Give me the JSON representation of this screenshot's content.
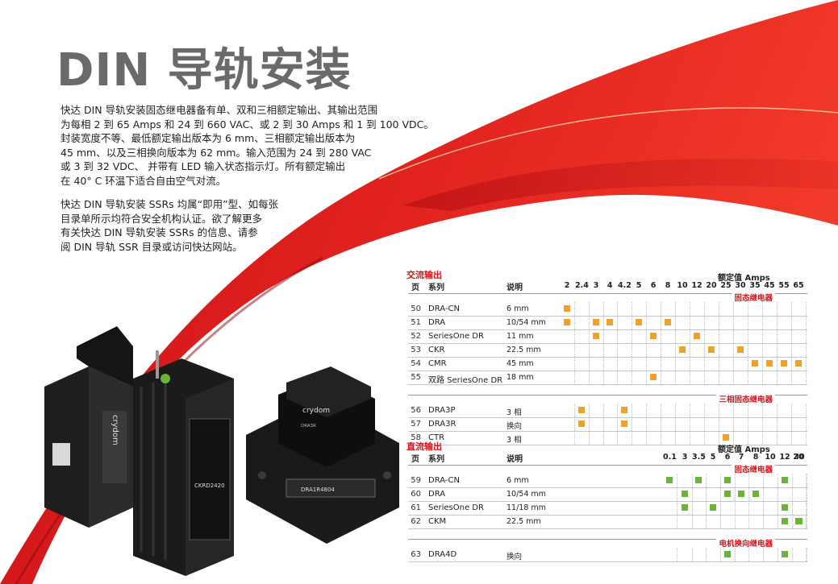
{
  "title": "DIN 导轨安装",
  "intro": {
    "p1": [
      "快达  DIN  导轨安装固态继电器备有单、双和三相额定输出、其输出范围",
      "为每相 2 到 65 Amps 和 24 到 660 VAC、或 2 到 30 Amps 和 1 到 100 VDC。",
      "封装宽度不等、最低额定输出版本为     6  mm、三相额定输出版本为",
      "45 mm、以及三相换向版本为 62 mm。输入范围为 24 到 280 VAC",
      "或 3 到 32 VDC、 并带有 LED 输入状态指示灯。所有额定输出",
      "在 40° C 环温下适合自由空气对流。"
    ],
    "p2": [
      "快达 DIN 导轨安装 SSRs 均属“即用”型、如每张",
      "目录单所示均符合安全机构认证。欲了解更多",
      "有关快达 DIN 导轨安装 SSRs 的信息、请参",
      "阅 DIN 导轨 SSR 目录或访问快达网站。"
    ]
  },
  "product_labels": {
    "brand": "crydom",
    "model1": "CKRD2420",
    "model2": "DRA3R",
    "model3": "DRA1R4804"
  },
  "colors": {
    "red": "#d6141b",
    "orange": "#f0a12a",
    "green": "#6bb43a"
  },
  "ac": {
    "section_title": "交流输出",
    "rating_label": "额定值 Amps",
    "col_page": "页",
    "col_series": "系列",
    "col_desc": "说明",
    "amps": [
      "2",
      "2.4",
      "3",
      "4",
      "4.2",
      "5",
      "6",
      "8",
      "10",
      "12",
      "20",
      "25",
      "30",
      "35",
      "45",
      "55",
      "65"
    ],
    "groups": [
      {
        "label": "固态继电器",
        "rows": [
          {
            "page": "50",
            "series": "DRA-CN",
            "desc": "6 mm",
            "marks": [
              0
            ]
          },
          {
            "page": "51",
            "series": "DRA",
            "desc": "10/54 mm",
            "marks": [
              0,
              2,
              3,
              5,
              7
            ]
          },
          {
            "page": "52",
            "series": "SeriesOne DR",
            "desc": "11 mm",
            "marks": [
              2,
              6,
              9
            ]
          },
          {
            "page": "53",
            "series": "CKR",
            "desc": "22.5 mm",
            "marks": [
              8,
              10,
              12
            ]
          },
          {
            "page": "54",
            "series": "CMR",
            "desc": "45 mm",
            "marks": [
              13,
              14,
              15,
              16
            ]
          },
          {
            "page": "55",
            "series": "双路 SeriesOne DR",
            "desc": "18 mm",
            "marks": [
              6
            ]
          }
        ]
      },
      {
        "label": "三相固态继电器",
        "rows": [
          {
            "page": "56",
            "series": "DRA3P",
            "desc": "3 相",
            "marks": [
              1,
              4
            ]
          },
          {
            "page": "57",
            "series": "DRA3R",
            "desc": "换向",
            "marks": [
              1,
              4
            ]
          },
          {
            "page": "58",
            "series": "CTR",
            "desc": "3 相",
            "marks": [
              11
            ]
          }
        ]
      }
    ]
  },
  "dc": {
    "section_title": "直流输出",
    "rating_label": "额定值 Amps",
    "col_page": "页",
    "col_series": "系列",
    "col_desc": "说明",
    "amps": [
      "0.1",
      "3",
      "3.5",
      "5",
      "6",
      "7",
      "8",
      "10",
      "12",
      "20",
      "30"
    ],
    "groups": [
      {
        "label": "固态继电器",
        "rows": [
          {
            "page": "59",
            "series": "DRA-CN",
            "desc": "6 mm",
            "marks": [
              0,
              2,
              4,
              8
            ]
          },
          {
            "page": "60",
            "series": "DRA",
            "desc": "10/54 mm",
            "marks": [
              1,
              4,
              5,
              6
            ]
          },
          {
            "page": "61",
            "series": "SeriesOne DR",
            "desc": "11/18 mm",
            "marks": [
              1,
              3,
              8
            ]
          },
          {
            "page": "62",
            "series": "CKM",
            "desc": "22.5 mm",
            "marks": [
              8,
              9,
              10
            ]
          }
        ]
      },
      {
        "label": "电机换向继电器",
        "rows": [
          {
            "page": "63",
            "series": "DRA4D",
            "desc": "换向",
            "marks": [
              4,
              8
            ]
          }
        ]
      }
    ]
  }
}
